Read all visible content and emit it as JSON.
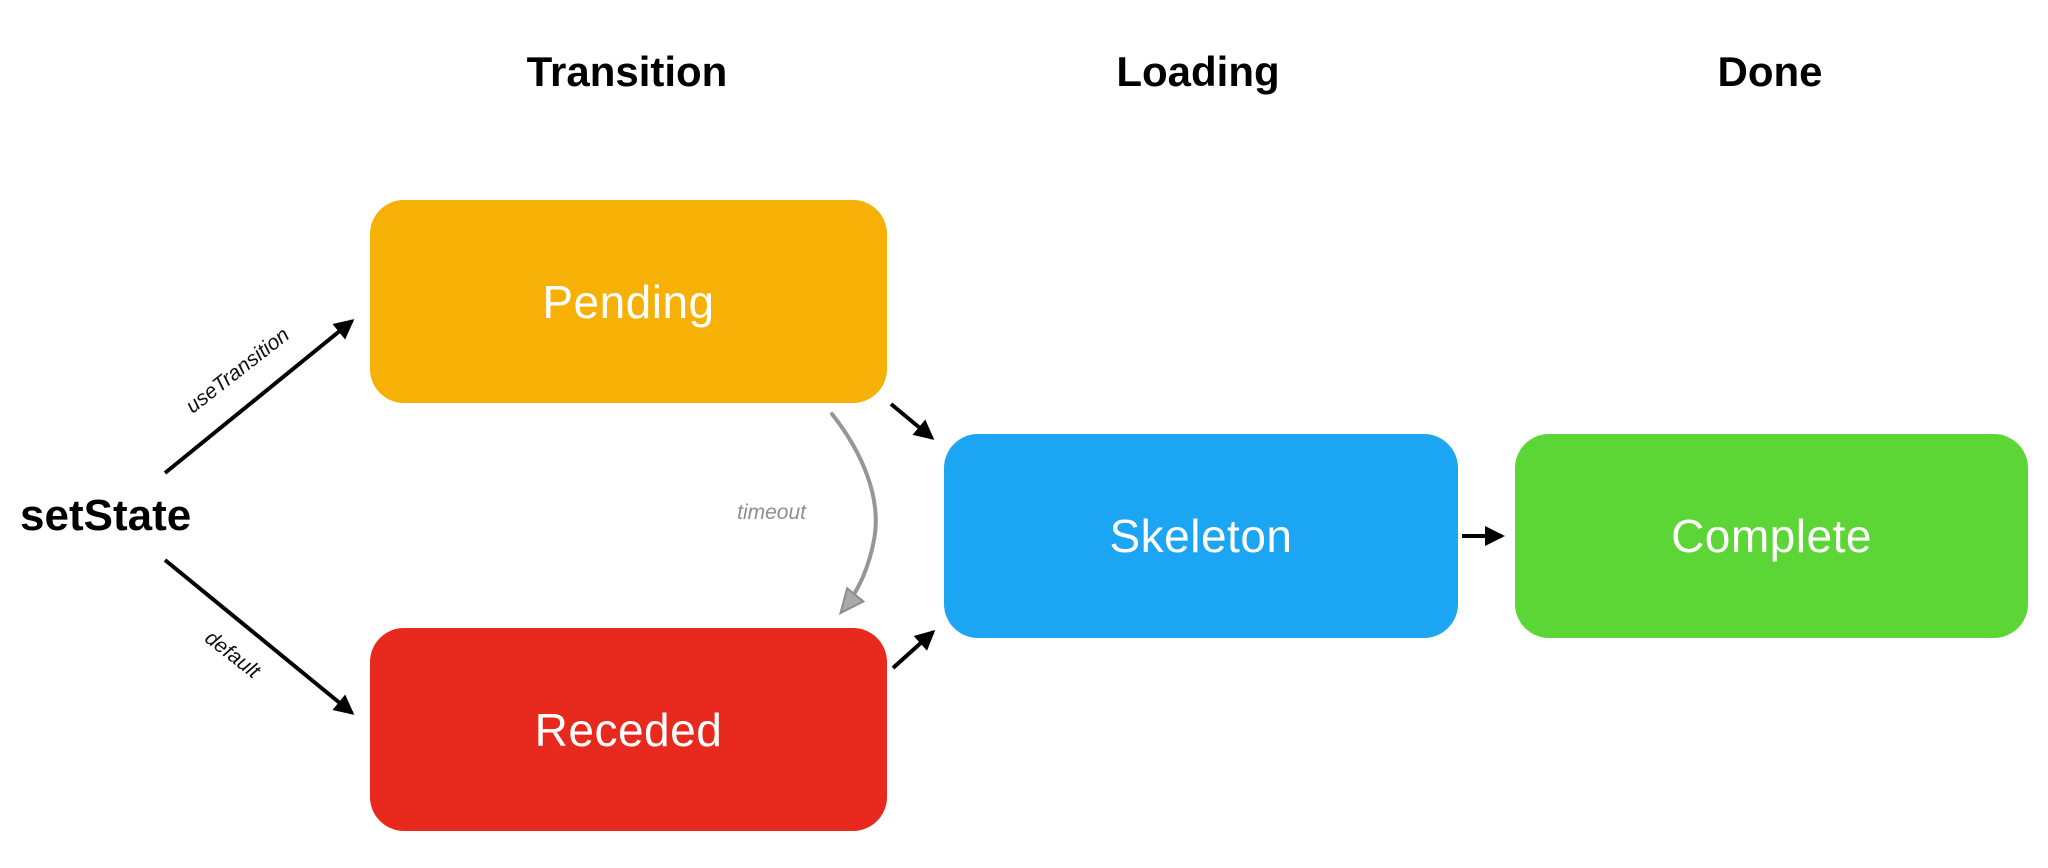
{
  "diagram": {
    "headers": [
      "Transition",
      "Loading",
      "Done"
    ],
    "source": {
      "label": "setState"
    },
    "nodes": [
      {
        "id": "pending",
        "label": "Pending",
        "color": "#F7B005"
      },
      {
        "id": "receded",
        "label": "Receded",
        "color": "#E8291D"
      },
      {
        "id": "skeleton",
        "label": "Skeleton",
        "color": "#1CA5F2"
      },
      {
        "id": "complete",
        "label": "Complete",
        "color": "#5CD636"
      }
    ],
    "edges": [
      {
        "from": "setState",
        "to": "Pending",
        "label": "useTransition"
      },
      {
        "from": "setState",
        "to": "Receded",
        "label": "default"
      },
      {
        "from": "Pending",
        "to": "Receded",
        "label": "timeout"
      },
      {
        "from": "Pending",
        "to": "Skeleton",
        "label": ""
      },
      {
        "from": "Receded",
        "to": "Skeleton",
        "label": ""
      },
      {
        "from": "Skeleton",
        "to": "Complete",
        "label": ""
      }
    ],
    "colors": {
      "arrow": "#000000",
      "timeout_arrow": "#969696",
      "node_text": "#FFFFFF",
      "background": "#FFFFFF"
    }
  }
}
